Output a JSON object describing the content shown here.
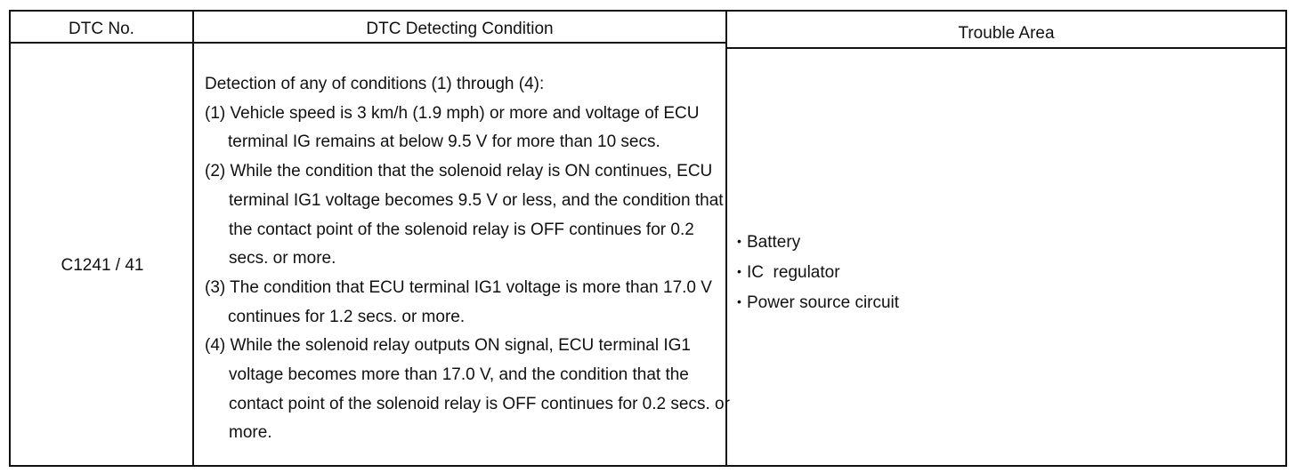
{
  "table": {
    "headers": {
      "dtc_no": "DTC No.",
      "condition": "DTC Detecting Condition",
      "trouble_area": "Trouble Area"
    },
    "row": {
      "dtc_no": "C1241 / 41",
      "condition_intro": "Detection of any of conditions (1) through (4):",
      "conditions": [
        "(1) Vehicle speed is 3 km/h (1.9 mph) or more and voltage of ECU terminal IG remains at below 9.5 V for more than 10 secs.",
        "(2) While the condition that the solenoid relay is ON continues, ECU terminal IG1 voltage becomes 9.5 V or less, and  the condition that the contact point of the solenoid relay is OFF continues for 0.2 secs. or more.",
        "(3) The condition that ECU terminal IG1 voltage is more than 17.0 V continues for 1.2 secs. or more.",
        "(4) While the solenoid relay outputs ON signal, ECU terminal IG1 voltage becomes more than 17.0 V, and the condition that the contact point of the solenoid relay is OFF continues for 0.2 secs. or more."
      ],
      "trouble_areas": [
        "Battery",
        "IC  regulator",
        "Power source circuit"
      ]
    }
  }
}
